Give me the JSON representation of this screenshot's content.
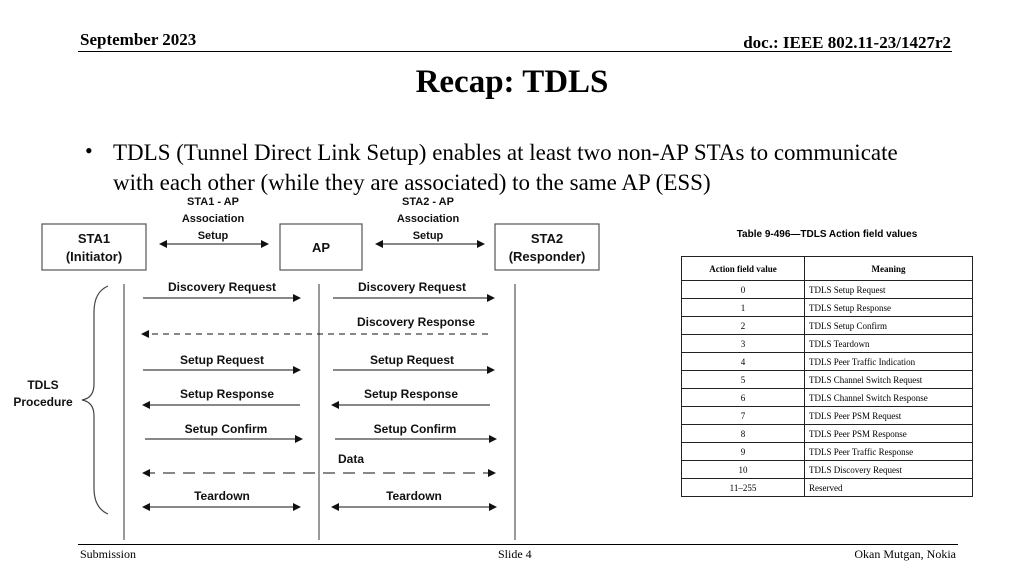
{
  "header": {
    "date": "September 2023",
    "doc": "doc.: IEEE 802.11-23/1427r2"
  },
  "title": "Recap: TDLS",
  "bullet": "TDLS (Tunnel Direct Link Setup) enables at least two non-AP STAs to communicate with each other (while they are associated) to the same AP (ESS)",
  "diagram": {
    "sta1": [
      "STA1",
      "(Initiator)"
    ],
    "ap": "AP",
    "sta2": [
      "STA2",
      "(Responder)"
    ],
    "assoc1": [
      "STA1 - AP",
      "Association",
      "Setup"
    ],
    "assoc2": [
      "STA2 - AP",
      "Association",
      "Setup"
    ],
    "procedure": [
      "TDLS",
      "Procedure"
    ],
    "messages": {
      "discovery_request": "Discovery Request",
      "discovery_response": "Discovery Response",
      "setup_request": "Setup Request",
      "setup_response": "Setup Response",
      "setup_confirm": "Setup Confirm",
      "data": "Data",
      "teardown": "Teardown"
    }
  },
  "table": {
    "caption": "Table 9-496—TDLS Action field values",
    "headers": [
      "Action field value",
      "Meaning"
    ],
    "rows": [
      [
        "0",
        "TDLS Setup Request"
      ],
      [
        "1",
        "TDLS Setup Response"
      ],
      [
        "2",
        "TDLS Setup Confirm"
      ],
      [
        "3",
        "TDLS Teardown"
      ],
      [
        "4",
        "TDLS Peer Traffic Indication"
      ],
      [
        "5",
        "TDLS Channel Switch Request"
      ],
      [
        "6",
        "TDLS Channel Switch Response"
      ],
      [
        "7",
        "TDLS Peer PSM Request"
      ],
      [
        "8",
        "TDLS Peer PSM Response"
      ],
      [
        "9",
        "TDLS Peer Traffic Response"
      ],
      [
        "10",
        "TDLS Discovery Request"
      ],
      [
        "11–255",
        "Reserved"
      ]
    ]
  },
  "footer": {
    "left": "Submission",
    "center": "Slide 4",
    "right": "Okan Mutgan, Nokia"
  }
}
